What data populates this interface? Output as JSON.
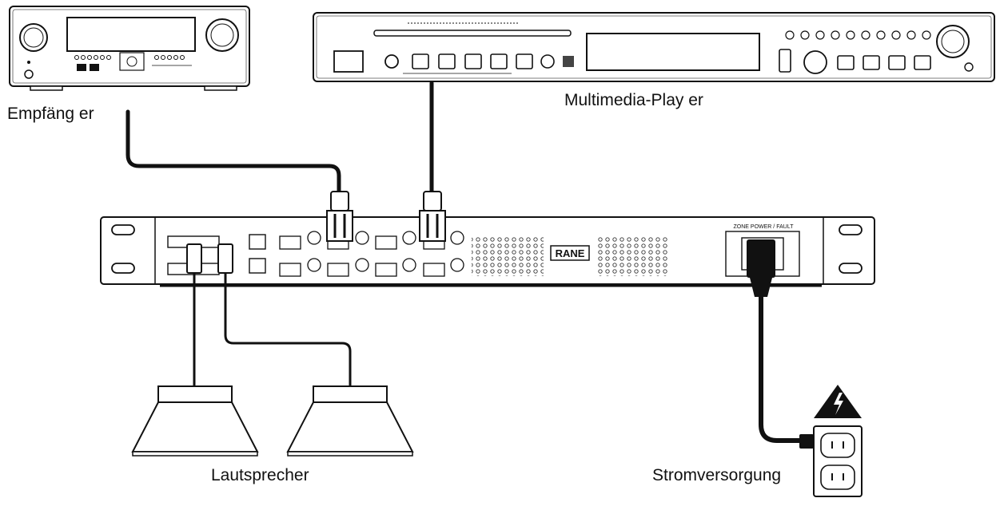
{
  "labels": {
    "receiver": "Empfäng er",
    "player": "Multimedia-Play er",
    "speakers": "Lautsprecher",
    "power": "Stromversorgung"
  },
  "device_text": {
    "brand": "RANE",
    "zone_power": "ZONE POWER / FAULT"
  },
  "colors": {
    "line": "#111111",
    "background": "#ffffff",
    "warning": "#111111"
  },
  "icons": [
    "warning-triangle-icon",
    "power-outlet-icon",
    "rca-plug-icon",
    "power-plug-icon"
  ]
}
